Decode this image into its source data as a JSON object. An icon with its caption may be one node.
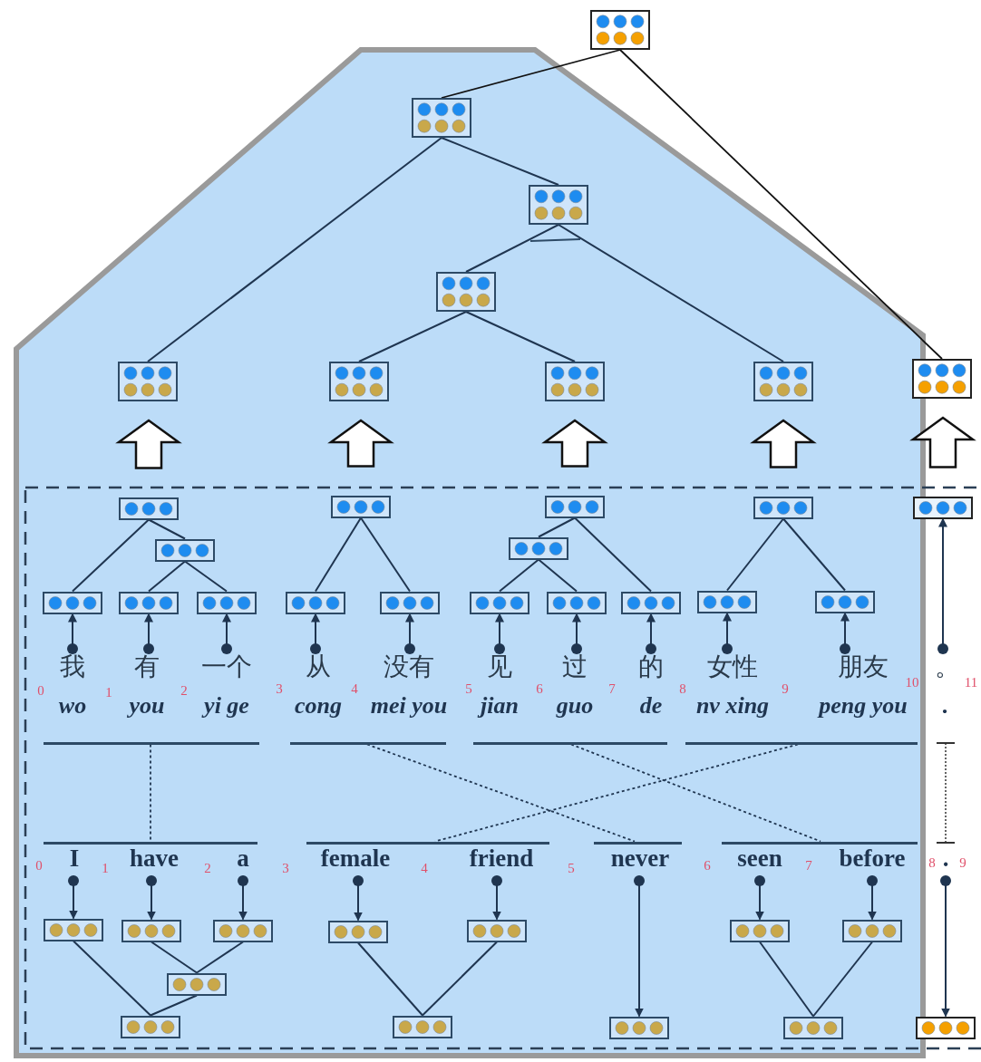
{
  "diagram": {
    "nodes": [
      {
        "text": [],
        "shape": "box"
      },
      {
        "text": [],
        "shape": "box"
      },
      {
        "text": [],
        "shape": "box"
      },
      {
        "text": [],
        "shape": "box"
      },
      {
        "text": [],
        "shape": "box"
      },
      {
        "text": [],
        "shape": "box"
      },
      {
        "text": [],
        "shape": "box"
      },
      {
        "text": [],
        "shape": "box"
      },
      {
        "text": [],
        "shape": "box"
      },
      {
        "text": [],
        "shape": "box"
      },
      {
        "text": [],
        "shape": "box"
      },
      {
        "text": [],
        "shape": "box"
      },
      {
        "text": [],
        "shape": "box"
      },
      {
        "text": [],
        "shape": "box"
      },
      {
        "text": [],
        "shape": "box"
      },
      {
        "text": [],
        "shape": "box"
      },
      {
        "text": [],
        "shape": "box"
      },
      {
        "text": [],
        "shape": "box"
      },
      {
        "text": [],
        "shape": "box"
      },
      {
        "text": [],
        "shape": "box"
      },
      {
        "text": [],
        "shape": "box"
      },
      {
        "text": [],
        "shape": "box"
      },
      {
        "text": [],
        "shape": "box"
      },
      {
        "text": [],
        "shape": "box"
      },
      {
        "text": [],
        "shape": "box"
      },
      {
        "text": [],
        "shape": "box"
      },
      {
        "text": [],
        "shape": "bar"
      },
      {
        "text": [],
        "shape": "bar"
      },
      {
        "text": [],
        "shape": "bar"
      },
      {
        "text": [],
        "shape": "bar"
      },
      {
        "text": [],
        "shape": "bar"
      },
      {
        "text": [],
        "shape": "bar"
      },
      {
        "text": [],
        "shape": "bar"
      },
      {
        "text": [],
        "shape": "bar"
      },
      {
        "text": [],
        "shape": "box"
      },
      {
        "text": [],
        "shape": "box"
      },
      {
        "text": [],
        "shape": "box"
      },
      {
        "text": [],
        "shape": "box"
      },
      {
        "text": [],
        "shape": "box"
      },
      {
        "text": [],
        "shape": "box"
      },
      {
        "text": [],
        "shape": "box"
      },
      {
        "text": [],
        "shape": "box"
      },
      {
        "text": [],
        "shape": "box"
      },
      {
        "text": [],
        "shape": "box"
      },
      {
        "text": [],
        "shape": "box"
      },
      {
        "text": [],
        "shape": "box"
      },
      {
        "text": [],
        "shape": "box"
      },
      {
        "text": [
          "我",
          "wo"
        ]
      },
      {
        "text": [
          "有",
          "you"
        ]
      },
      {
        "text": [
          "一个",
          "yi ge"
        ]
      },
      {
        "text": [
          "从",
          "cong"
        ]
      },
      {
        "text": [
          "没有",
          "mei you"
        ]
      },
      {
        "text": [
          "见",
          "jian"
        ]
      },
      {
        "text": [
          "过",
          "guo"
        ]
      },
      {
        "text": [
          "的",
          "de"
        ]
      },
      {
        "text": [
          "女性",
          "nv xing"
        ]
      },
      {
        "text": [
          "朋友",
          "peng you"
        ]
      },
      {
        "text": [
          "。",
          "."
        ]
      },
      {
        "text": [
          "I"
        ]
      },
      {
        "text": [
          "have"
        ]
      },
      {
        "text": [
          "a"
        ]
      },
      {
        "text": [
          "female"
        ]
      },
      {
        "text": [
          "friend"
        ]
      },
      {
        "text": [
          "never"
        ]
      },
      {
        "text": [
          "seen"
        ]
      },
      {
        "text": [
          "before"
        ]
      },
      {
        "text": [
          "."
        ]
      }
    ],
    "edges": [
      {
        "from": 0,
        "to": 1,
        "arrow": "none"
      },
      {
        "from": 0,
        "to": 8,
        "arrow": "none"
      },
      {
        "from": 1,
        "to": 4,
        "arrow": "none"
      },
      {
        "from": 1,
        "to": 2,
        "arrow": "none"
      },
      {
        "from": 2,
        "to": 3,
        "arrow": "none"
      },
      {
        "from": 2,
        "to": 7,
        "arrow": "none"
      },
      {
        "from": 3,
        "to": 5,
        "arrow": "none"
      },
      {
        "from": 3,
        "to": 6,
        "arrow": "none"
      },
      {
        "from": 9,
        "to": 4,
        "arrow": "to",
        "style": "thick"
      },
      {
        "from": 14,
        "to": 5,
        "arrow": "to",
        "style": "thick"
      },
      {
        "from": 17,
        "to": 6,
        "arrow": "to",
        "style": "thick"
      },
      {
        "from": 22,
        "to": 7,
        "arrow": "to",
        "style": "thick"
      },
      {
        "from": 25,
        "to": 8,
        "arrow": "to",
        "style": "thick"
      },
      {
        "from": 9,
        "to": 11,
        "arrow": "none"
      },
      {
        "from": 9,
        "to": 10,
        "arrow": "none"
      },
      {
        "from": 10,
        "to": 12,
        "arrow": "none"
      },
      {
        "from": 10,
        "to": 13,
        "arrow": "none"
      },
      {
        "from": 14,
        "to": 15,
        "arrow": "none"
      },
      {
        "from": 14,
        "to": 16,
        "arrow": "none"
      },
      {
        "from": 17,
        "to": 18,
        "arrow": "none"
      },
      {
        "from": 17,
        "to": 21,
        "arrow": "none"
      },
      {
        "from": 18,
        "to": 19,
        "arrow": "none"
      },
      {
        "from": 18,
        "to": 20,
        "arrow": "none"
      },
      {
        "from": 22,
        "to": 23,
        "arrow": "none"
      },
      {
        "from": 22,
        "to": 24,
        "arrow": "none"
      },
      {
        "from": 47,
        "to": 11,
        "arrow": "to"
      },
      {
        "from": 48,
        "to": 12,
        "arrow": "to"
      },
      {
        "from": 49,
        "to": 13,
        "arrow": "to"
      },
      {
        "from": 50,
        "to": 15,
        "arrow": "to"
      },
      {
        "from": 51,
        "to": 16,
        "arrow": "to"
      },
      {
        "from": 52,
        "to": 19,
        "arrow": "to"
      },
      {
        "from": 53,
        "to": 20,
        "arrow": "to"
      },
      {
        "from": 54,
        "to": 21,
        "arrow": "to"
      },
      {
        "from": 55,
        "to": 23,
        "arrow": "to"
      },
      {
        "from": 56,
        "to": 24,
        "arrow": "to"
      },
      {
        "from": 57,
        "to": 25,
        "arrow": "to"
      },
      {
        "from": 26,
        "to": 30,
        "arrow": "none",
        "style": "dashed"
      },
      {
        "from": 27,
        "to": 32,
        "arrow": "none",
        "style": "dashed"
      },
      {
        "from": 28,
        "to": 33,
        "arrow": "none",
        "style": "dashed"
      },
      {
        "from": 29,
        "to": 31,
        "arrow": "none",
        "style": "dashed"
      },
      {
        "from": 58,
        "to": 34,
        "arrow": "to"
      },
      {
        "from": 59,
        "to": 35,
        "arrow": "to"
      },
      {
        "from": 60,
        "to": 36,
        "arrow": "to"
      },
      {
        "from": 61,
        "to": 37,
        "arrow": "to"
      },
      {
        "from": 62,
        "to": 38,
        "arrow": "to"
      },
      {
        "from": 64,
        "to": 39,
        "arrow": "to"
      },
      {
        "from": 65,
        "to": 40,
        "arrow": "to"
      },
      {
        "from": 63,
        "to": 44,
        "arrow": "to"
      },
      {
        "from": 66,
        "to": 46,
        "arrow": "to"
      },
      {
        "from": 34,
        "to": 42,
        "arrow": "none"
      },
      {
        "from": 35,
        "to": 41,
        "arrow": "none"
      },
      {
        "from": 36,
        "to": 41,
        "arrow": "none"
      },
      {
        "from": 41,
        "to": 42,
        "arrow": "none"
      },
      {
        "from": 37,
        "to": 43,
        "arrow": "none"
      },
      {
        "from": 38,
        "to": 43,
        "arrow": "none"
      },
      {
        "from": 39,
        "to": 45,
        "arrow": "none"
      },
      {
        "from": 40,
        "to": 45,
        "arrow": "none"
      }
    ],
    "labels": [
      "0",
      "1",
      "2",
      "3",
      "4",
      "5",
      "6",
      "7",
      "8",
      "9",
      "10",
      "11",
      "0",
      "1",
      "2",
      "3",
      "4",
      "5",
      "6",
      "7",
      "8",
      "9"
    ]
  }
}
